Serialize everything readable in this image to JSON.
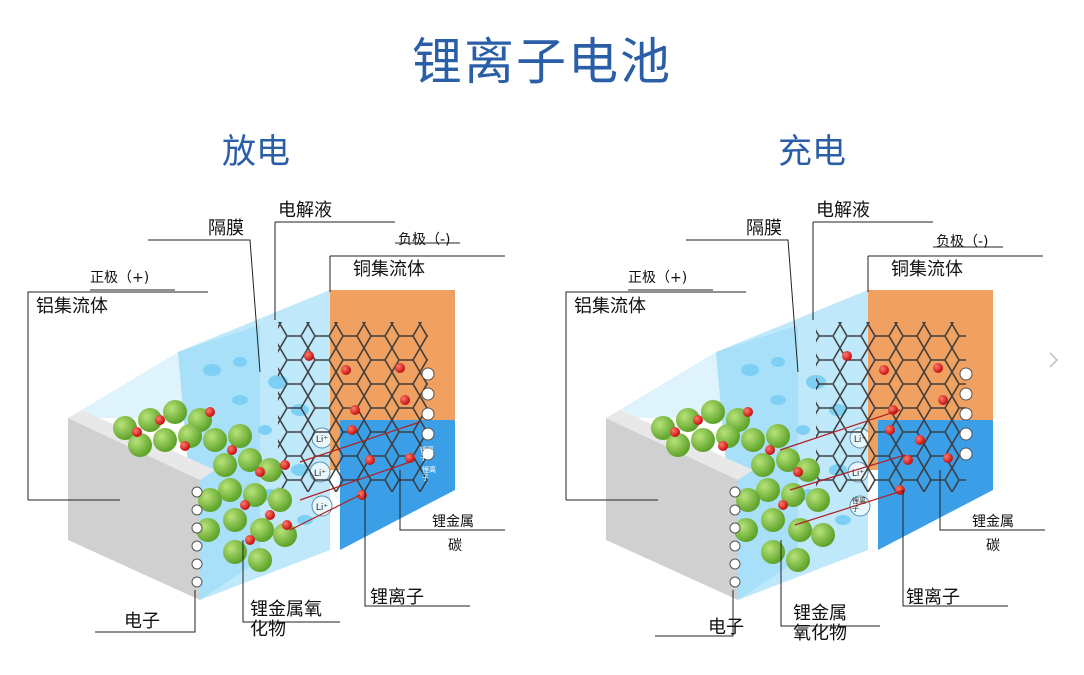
{
  "title": "锂离子电池",
  "panels": {
    "discharge": {
      "heading": "放电",
      "labels": {
        "separator": "隔膜",
        "electrolyte": "电解液",
        "negative": "负极（-)",
        "cu_collector": "铜集流体",
        "positive": "正极（+)",
        "al_collector": "铝集流体",
        "li_metal": "锂金属",
        "carbon": "碳",
        "li_ion": "锂离子",
        "electron": "电子",
        "oxide": "锂金属氧化物",
        "tiny_a": "锂离子",
        "tiny_b": "锂离子"
      }
    },
    "charge": {
      "heading": "充电",
      "labels": {
        "separator": "隔膜",
        "electrolyte": "电解液",
        "negative": "负极（-)",
        "cu_collector": "铜集流体",
        "positive": "正极（+)",
        "al_collector": "铝集流体",
        "li_metal": "锂金属",
        "carbon": "碳",
        "li_ion": "锂离子",
        "electron": "电子",
        "oxide": "锂金属氧化物",
        "tiny_a": "锂离子"
      }
    }
  },
  "ion_symbol": "Li⁺",
  "colors": {
    "title": "#2a5ea6",
    "cathode_sphere": "#7dbf3a",
    "li_dot": "#e02020",
    "copper": "#f0a060",
    "electrolyte": "#bfe8fb",
    "separator": "#8fd6f5",
    "carbon_lattice": "#3a3a3a",
    "lower_anode": "#3b9fe8"
  }
}
